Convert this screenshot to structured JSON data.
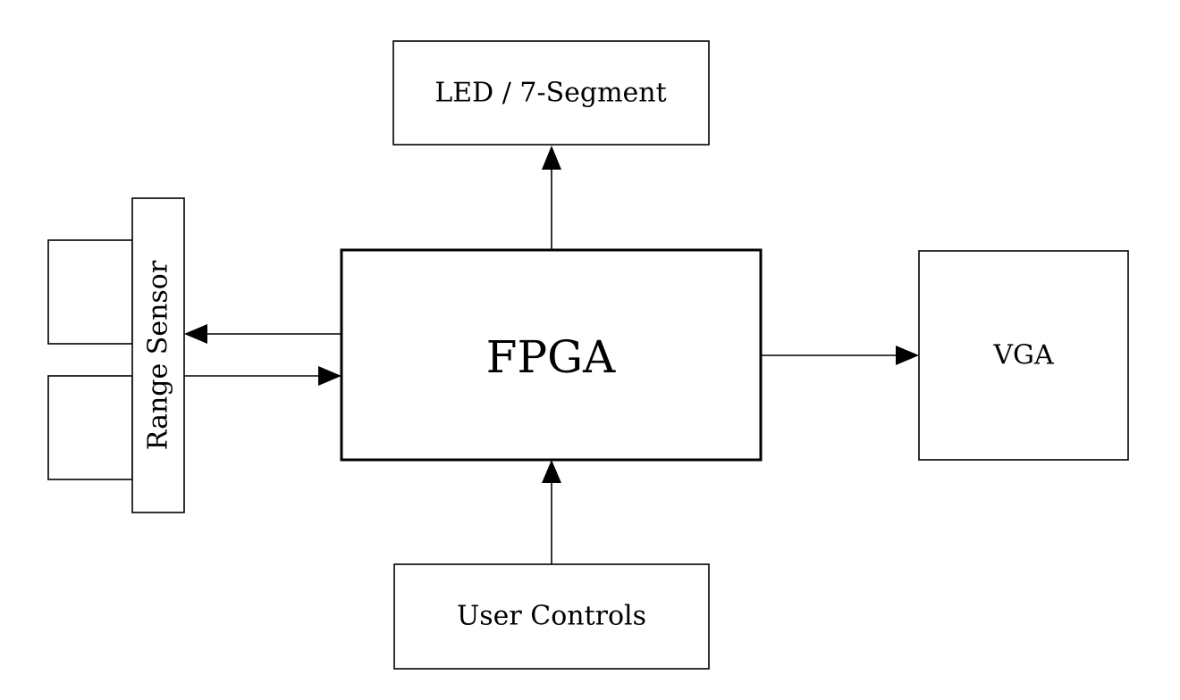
{
  "diagram": {
    "blocks": {
      "fpga": "FPGA",
      "led_7seg": "LED / 7-Segment",
      "vga": "VGA",
      "user_controls": "User Controls",
      "range_sensor": "Range Sensor"
    }
  },
  "colors": {
    "line": "#000000",
    "background": "#ffffff"
  }
}
